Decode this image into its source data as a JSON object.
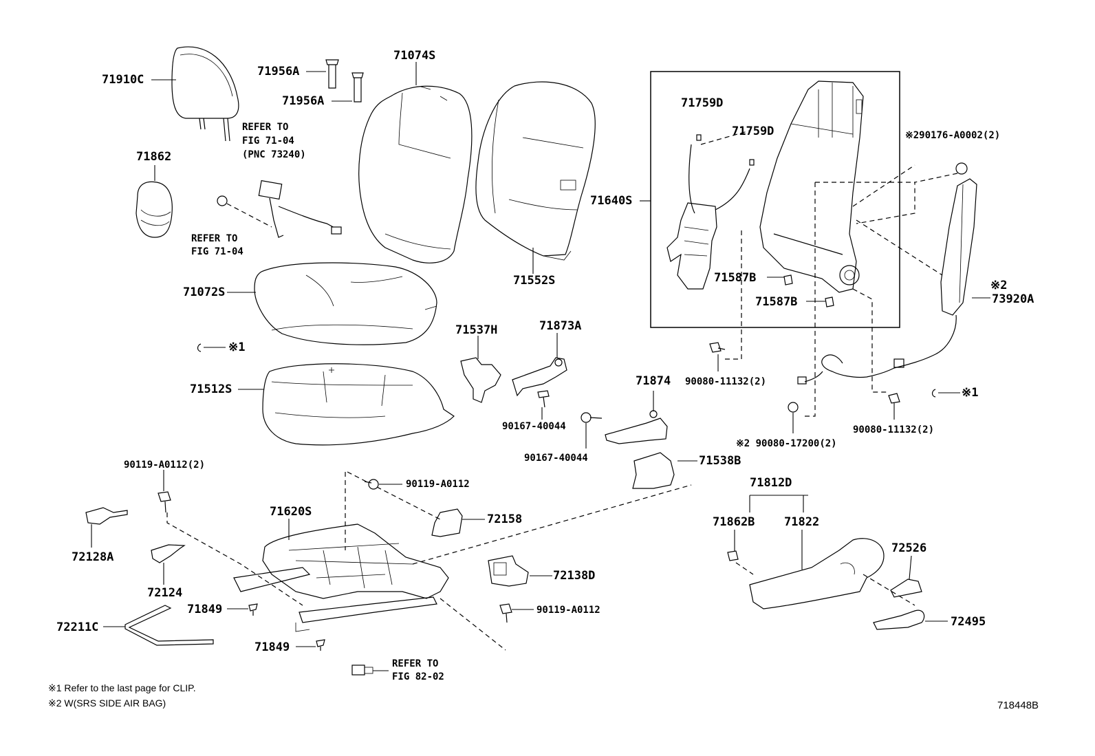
{
  "diagram_id": "718448B",
  "labels": {
    "p71910C": "71910C",
    "p71956A_1": "71956A",
    "p71956A_2": "71956A",
    "p71074S": "71074S",
    "p71862": "71862",
    "p71072S": "71072S",
    "p71552S": "71552S",
    "p71512S": "71512S",
    "p71537H": "71537H",
    "p71873A": "71873A",
    "p71874": "71874",
    "p90167_1": "90167-40044",
    "p90167_2": "90167-40044",
    "p71538B": "71538B",
    "p71640S": "71640S",
    "p71759D_1": "71759D",
    "p71759D_2": "71759D",
    "p71587B_1": "71587B",
    "p71587B_2": "71587B",
    "p90176": "90176-A0002(2)",
    "p73920A": "73920A",
    "p90080_11132_a": "90080-11132(2)",
    "p90080_11132_b": "90080-11132(2)",
    "p90080_17200": "90080-17200(2)",
    "p90119_A0112_2": "90119-A0112(2)",
    "p90119_A0112_a": "90119-A0112",
    "p90119_A0112_b": "90119-A0112",
    "p71620S": "71620S",
    "p72158": "72158",
    "p72138D": "72138D",
    "p72128A": "72128A",
    "p72124": "72124",
    "p72211C": "72211C",
    "p71849_1": "71849",
    "p71849_2": "71849",
    "p71812D": "71812D",
    "p71862B": "71862B",
    "p71822": "71822",
    "p72526": "72526",
    "p72495": "72495"
  },
  "marks": {
    "x1": "※1",
    "x1b": "※1",
    "x2a": "※2",
    "x2b": "※2",
    "x2c": "※2"
  },
  "refs": {
    "refer_71_04_pnc": [
      "REFER TO",
      "FIG 71-04",
      "(PNC 73240)"
    ],
    "refer_71_04": [
      "REFER TO",
      "FIG 71-04"
    ],
    "refer_82_02": [
      "REFER TO",
      "FIG 82-02"
    ]
  },
  "notes": {
    "note1": "※1 Refer to the last page for CLIP.",
    "note2": "※2 W(SRS SIDE AIR BAG)"
  }
}
